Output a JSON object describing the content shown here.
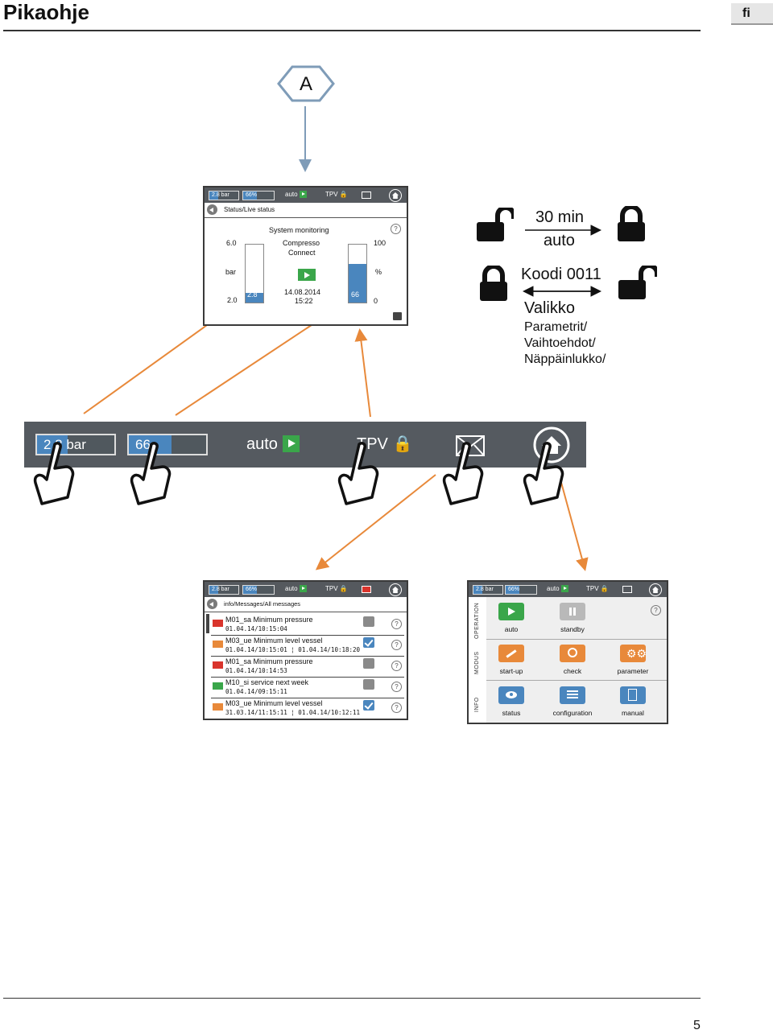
{
  "page": {
    "title": "Pikaohje",
    "lang": "fi",
    "number": "5",
    "label_a": "A"
  },
  "status_bar": {
    "pressure": "2.8 bar",
    "level": "66%",
    "mode": "auto",
    "tpv": "TPV"
  },
  "banner": {
    "pressure": "2.8 bar",
    "level": "66",
    "mode": "auto",
    "tpv": "TPV"
  },
  "status_screen": {
    "breadcrumb": "Status/Live status",
    "heading": "System monitoring",
    "product_line1": "Compresso",
    "product_line2": "Connect",
    "pressure_max": "6.0",
    "pressure_min": "2.0",
    "pressure_unit": "bar",
    "pressure_value": "2.8",
    "pressure_fill": 0.17,
    "level_max": "100",
    "level_min": "0",
    "level_unit": "%",
    "level_value": "66",
    "level_fill": 0.66,
    "date": "14.08.2014",
    "time": "15:22"
  },
  "lock_info": {
    "timeout": "30 min",
    "mode": "auto",
    "code": "Koodi 0011",
    "menu_title": "Valikko",
    "menu_items": [
      "Parametrit/",
      "Vaihtoehdot/",
      "Näppäinlukko/"
    ]
  },
  "messages_screen": {
    "breadcrumb": "info/Messages/All messages",
    "messages": [
      {
        "title": "M01_sa Minimum pressure",
        "date": "01.04.14/10:15:04",
        "acknowledged": false,
        "color": "#d9342c"
      },
      {
        "title": "M03_ue Minimum level vessel",
        "date": "01.04.14/10:15:01 ¦ 01.04.14/10:18:20",
        "acknowledged": true,
        "color": "#e8893a"
      },
      {
        "title": "M01_sa Minimum pressure",
        "date": "01.04.14/10:14:53",
        "acknowledged": false,
        "color": "#d9342c"
      },
      {
        "title": "M10_si service next week",
        "date": "01.04.14/09:15:11",
        "acknowledged": false,
        "color": "#3aa64a"
      },
      {
        "title": "M03_ue Minimum level vessel",
        "date": "31.03.14/11:15:11 ¦ 01.04.14/10:12:11",
        "acknowledged": true,
        "color": "#e8893a"
      }
    ]
  },
  "menu_screen": {
    "sections": [
      "OPERATION",
      "MODUS",
      "INFO"
    ],
    "operation": [
      "auto",
      "standby"
    ],
    "modus": [
      "start-up",
      "check",
      "parameter"
    ],
    "info": [
      "status",
      "configuration",
      "manual"
    ]
  },
  "colors": {
    "accent_orange": "#e8893a",
    "arrow_blue": "#7f9cb8",
    "play_green": "#3aa64a",
    "bar_blue": "#4a86be",
    "toolbar_gray": "#55595e"
  }
}
